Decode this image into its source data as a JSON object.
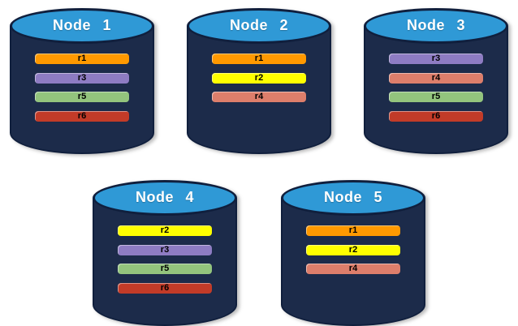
{
  "diagram": {
    "title": "database-nodes-replica-placement",
    "background": "#ffffff",
    "colors": {
      "cylinder_body": "#1c2b4a",
      "cylinder_border": "#101f3d",
      "cylinder_top": "#2f99d6",
      "node_label_text": "#ffffff",
      "bar_label_text": "#000000"
    },
    "replica_colors": {
      "r1": "#ff9900",
      "r2": "#ffff00",
      "r3": "#8e7cc3",
      "r4": "#dd7e6b",
      "r5": "#93c47d",
      "r6": "#c23b28"
    },
    "nodes": [
      {
        "label": "Node 1",
        "replicas": [
          "r1",
          "r3",
          "r5",
          "r6"
        ]
      },
      {
        "label": "Node 2",
        "replicas": [
          "r1",
          "r2",
          "r4"
        ]
      },
      {
        "label": "Node 3",
        "replicas": [
          "r3",
          "r4",
          "r5",
          "r6"
        ]
      },
      {
        "label": "Node 4",
        "replicas": [
          "r2",
          "r3",
          "r5",
          "r6"
        ]
      },
      {
        "label": "Node 5",
        "replicas": [
          "r1",
          "r2",
          "r4"
        ]
      }
    ],
    "rows": [
      [
        0,
        1,
        2
      ],
      [
        3,
        4
      ]
    ]
  }
}
